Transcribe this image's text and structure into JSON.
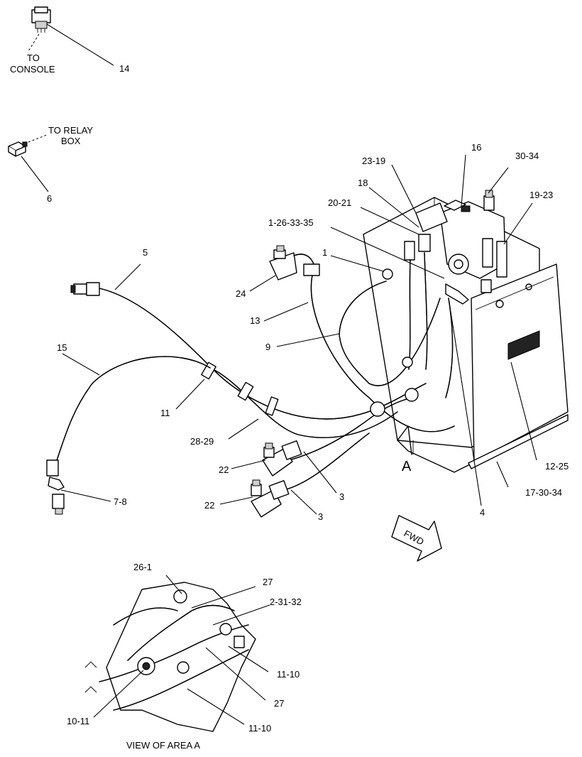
{
  "callouts": {
    "c14": "14",
    "c6": "6",
    "c5": "5",
    "c15": "15",
    "c11": "11",
    "c7_8": "7-8",
    "c28_29": "28-29",
    "c22a": "22",
    "c22b": "22",
    "c3a": "3",
    "c3b": "3",
    "c24": "24",
    "c13": "13",
    "c9": "9",
    "c1": "1",
    "c1_26_33_35": "1-26-33-35",
    "c20_21": "20-21",
    "c18": "18",
    "c23_19": "23-19",
    "c16": "16",
    "c30_34": "30-34",
    "c19_23": "19-23",
    "c12_25": "12-25",
    "c17_30_34": "17-30-34",
    "c4": "4",
    "cA": "A",
    "v26_1": "26-1",
    "v27a": "27",
    "v2_31_32": "2-31-32",
    "v11_10a": "11-10",
    "v27b": "27",
    "v11_10b": "11-10",
    "v10_11": "10-11"
  },
  "notes": {
    "to_console_1": "TO",
    "to_console_2": "CONSOLE",
    "to_relay_1": "TO RELAY",
    "to_relay_2": "BOX",
    "fwd": "FWD",
    "view_caption": "VIEW OF AREA  A"
  }
}
